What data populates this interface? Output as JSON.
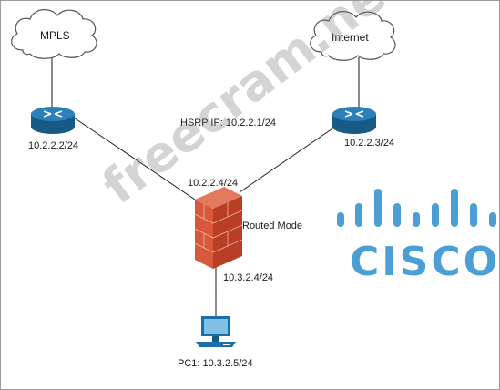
{
  "colors": {
    "line": "#1a1a1a",
    "cloud_fill": "#ffffff",
    "router_blue": "#1f6fa3",
    "firewall_red": "#d9573b",
    "pc_blue": "#1d6ea8",
    "cisco_blue": "#4b9fd5",
    "watermark": "#8a8a8a"
  },
  "clouds": {
    "left": {
      "label": "MPLS",
      "icon": "cloud-icon"
    },
    "right": {
      "label": "Internet",
      "icon": "cloud-icon"
    }
  },
  "routers": {
    "left": {
      "ip": "10.2.2.2/24",
      "icon": "router-icon"
    },
    "right": {
      "ip": "10.2.2.3/24",
      "icon": "router-icon"
    }
  },
  "hsrp": {
    "text": "HSRP IP: 10.2.2.1/24"
  },
  "firewall": {
    "outside_ip": "10.2.2.4/24",
    "mode": "Routed Mode",
    "inside_ip": "10.3.2.4/24",
    "icon": "firewall-icon"
  },
  "pc": {
    "label": "PC1: 10.3.2.5/24",
    "icon": "pc-icon"
  },
  "watermark": {
    "text": "freecram.net"
  },
  "logo": {
    "wordmark": "CISCO",
    "icon": "cisco-logo-bars-icon"
  }
}
